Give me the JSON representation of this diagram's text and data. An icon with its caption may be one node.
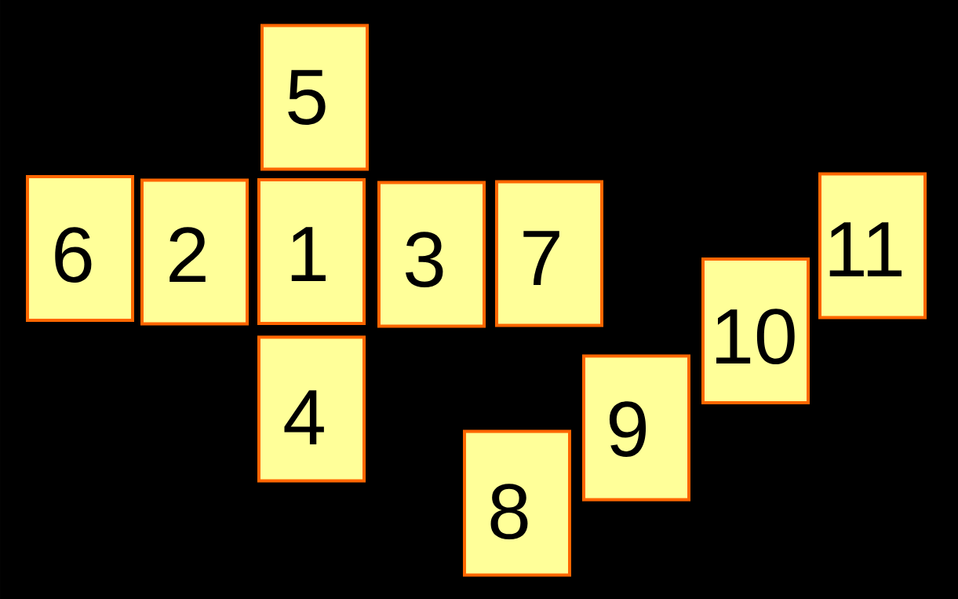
{
  "diagram": {
    "nodes": [
      {
        "text": [
          "5"
        ]
      },
      {
        "text": [
          "6"
        ]
      },
      {
        "text": [
          "2"
        ]
      },
      {
        "text": [
          "1"
        ]
      },
      {
        "text": [
          "3"
        ]
      },
      {
        "text": [
          "7"
        ]
      },
      {
        "text": [
          "11"
        ]
      },
      {
        "text": [
          "10"
        ]
      },
      {
        "text": [
          "4"
        ]
      },
      {
        "text": [
          "9"
        ]
      },
      {
        "text": [
          "8"
        ]
      }
    ]
  }
}
